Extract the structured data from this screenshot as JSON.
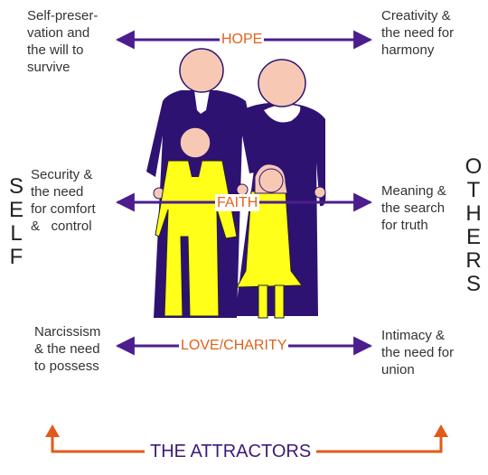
{
  "top_left": "Self-preser-\nvation and\nthe will to\nsurvive",
  "top_right": "Creativity &\nthe need for\nharmony",
  "top_center": "HOPE",
  "mid_left": "Security &\nthe need\nfor comfort\n&   control",
  "mid_right": "Meaning &\nthe search\nfor truth",
  "mid_center": "FAITH",
  "bottom_left": "Narcissism\n& the need\nto possess",
  "bottom_right": "Intimacy &\nthe need for\nunion",
  "bottom_center": "LOVE/CHARITY",
  "side_left": "S\nE\nL\nF",
  "side_right": "O\nT\nH\nE\nR\nS",
  "footer": "THE ATTRACTORS",
  "colors": {
    "arrow_purple": "#4b1d8e",
    "label_orange": "#e0621b",
    "attractor_orange": "#e05a1a",
    "figure_purple": "#2e1272",
    "figure_yellow": "#ffff1a",
    "skin": "#f7c9b5"
  }
}
